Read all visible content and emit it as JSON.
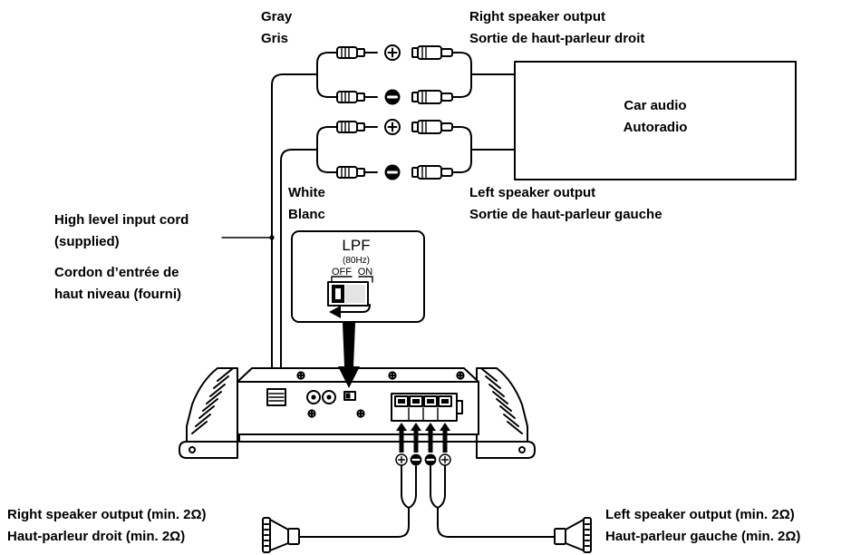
{
  "figure": {
    "gray_cord": {
      "label_en": "Gray",
      "label_fr": "Gris"
    },
    "white_cord": {
      "label_en": "White",
      "label_fr": "Blanc"
    },
    "right_speaker_output": {
      "label_en": "Right speaker output",
      "label_fr": "Sortie de haut-parleur droit"
    },
    "left_speaker_output": {
      "label_en": "Left speaker output",
      "label_fr": "Sortie de haut-parleur gauche"
    },
    "car_audio": {
      "label_en": "Car audio",
      "label_fr": "Autoradio"
    },
    "input_cord": {
      "label_en": [
        "High level input cord",
        "(supplied)"
      ],
      "label_fr": [
        "Cordon d’entrée de",
        "haut niveau (fourni)"
      ]
    },
    "lpf_switch": {
      "title": "LPF",
      "cutoff": "(80Hz)",
      "off": "OFF",
      "on": "ON"
    },
    "right_speaker": {
      "label_en": "Right speaker output (min. 2Ω)",
      "label_fr": "Haut-parleur droit (min. 2Ω)"
    },
    "left_speaker": {
      "label_en": "Left speaker output (min. 2Ω)",
      "label_fr": "Haut-parleur gauche (min. 2Ω)"
    }
  },
  "style": {
    "ink": "#000000",
    "paper": "#ffffff"
  },
  "icons": {
    "polarity_plus": "plus-terminal-icon",
    "polarity_minus": "minus-terminal-icon",
    "plug": "rca-plug-icon",
    "speaker": "speaker-icon",
    "amplifier": "amplifier-icon",
    "screw": "screw-icon"
  }
}
